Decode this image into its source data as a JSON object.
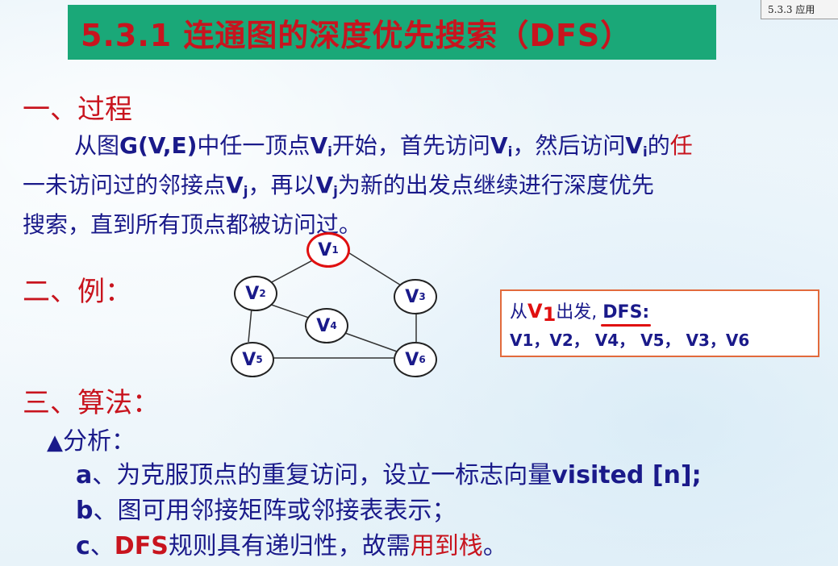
{
  "corner_tab": "5.3.3 应用",
  "title": "5.3.1  连通图的深度优先搜索（DFS）",
  "section1": {
    "heading": "一、过程",
    "line1": {
      "p1": "从图",
      "g": "G(V,E)",
      "p2": "中任一顶点",
      "v": "V",
      "i1": "i",
      "p3": "开始，首先访问",
      "v2": "V",
      "i2": "i",
      "p4": "，然后访问",
      "v3": "V",
      "i3": "i",
      "p5": "的",
      "red": "任"
    },
    "line2": {
      "p1": "一未访问过的邻接点",
      "v": "V",
      "j1": "j",
      "p2": "，再以",
      "v2": "V",
      "j2": "j",
      "p3": "为新的出发点继续进行深度优先"
    },
    "line3": "搜索，直到所有顶点都被访问过。"
  },
  "section2": {
    "heading": "二、例："
  },
  "graph": {
    "nodes": [
      {
        "label": "V",
        "sub": "1"
      },
      {
        "label": "V",
        "sub": "2"
      },
      {
        "label": "V",
        "sub": "3"
      },
      {
        "label": "V",
        "sub": "4"
      },
      {
        "label": "V",
        "sub": "5"
      },
      {
        "label": "V",
        "sub": "6"
      }
    ],
    "edges": [
      [
        "V1",
        "V2"
      ],
      [
        "V1",
        "V3"
      ],
      [
        "V2",
        "V4"
      ],
      [
        "V2",
        "V5"
      ],
      [
        "V3",
        "V6"
      ],
      [
        "V4",
        "V6"
      ],
      [
        "V5",
        "V6"
      ]
    ]
  },
  "dfs_box": {
    "from": "从",
    "start_v": "V",
    "start_sub": "1",
    "depart": "出发,",
    "dfs_label": "DFS:",
    "sequence": "V1，V2， V4， V5， V3，V6"
  },
  "section3": {
    "heading": "三、算法：",
    "analysis_label": "分析：",
    "items": [
      {
        "letter": "a",
        "text": "、为克服顶点的重复访问，设立一标志向量",
        "bold_tail": "visited [n];"
      },
      {
        "letter": "b",
        "text": "、图可用邻接矩阵或邻接表表示；"
      },
      {
        "letter": "c",
        "text": "、",
        "red1": "DFS",
        "mid": "规则具有递归性，故需",
        "red2": "用到栈",
        "end": "。"
      }
    ]
  },
  "colors": {
    "banner": "#1aa878",
    "heading_red": "#c8141e",
    "body_blue": "#1a1a8a"
  }
}
